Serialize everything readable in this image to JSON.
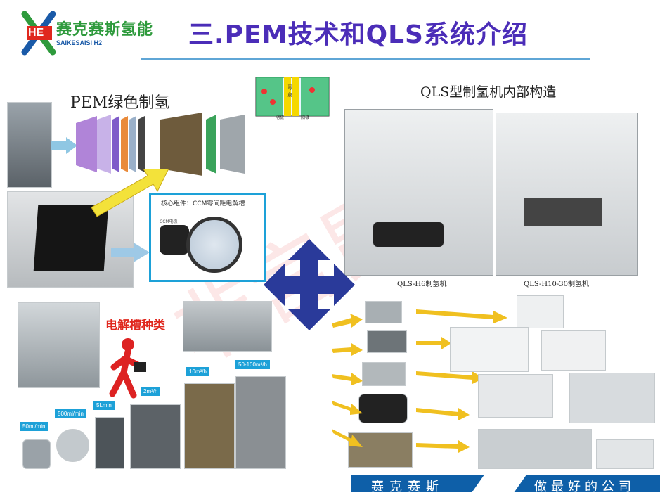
{
  "header": {
    "logo_initials": "HE",
    "logo_name": "赛克赛斯氢能",
    "logo_sub": "SAIKESAISI H2",
    "title": "三.PEM技术和QLS系统介绍"
  },
  "left_panel": {
    "pem_label": "PEM绿色制氢",
    "ccm_title": "核心组件：CCM零间距电解槽",
    "ccm_sub": "CCM电极"
  },
  "right_panel": {
    "qls_label": "QLS型制氢机内部构造",
    "models": [
      "QLS-H6制氢机",
      "QLS-H10-30制氢机"
    ]
  },
  "diagram": {
    "labels": [
      "阴极",
      "阳极"
    ],
    "membrane": "离子膜"
  },
  "bottom_left": {
    "title": "电解槽种类",
    "capacities": [
      "50ml/min",
      "500ml/min",
      "5Lmin",
      "2m³/h",
      "10m³/h",
      "50-100m³/h"
    ]
  },
  "footer": {
    "left": "赛克赛斯",
    "right": "做最好的公司"
  },
  "watermark": "非宫昆",
  "colors": {
    "title": "#4b2db8",
    "accent_red": "#e0281e",
    "brand_green": "#2e9a3c",
    "arrow_blue": "#2a3a9a",
    "arrow_yellow": "#f0c020"
  }
}
